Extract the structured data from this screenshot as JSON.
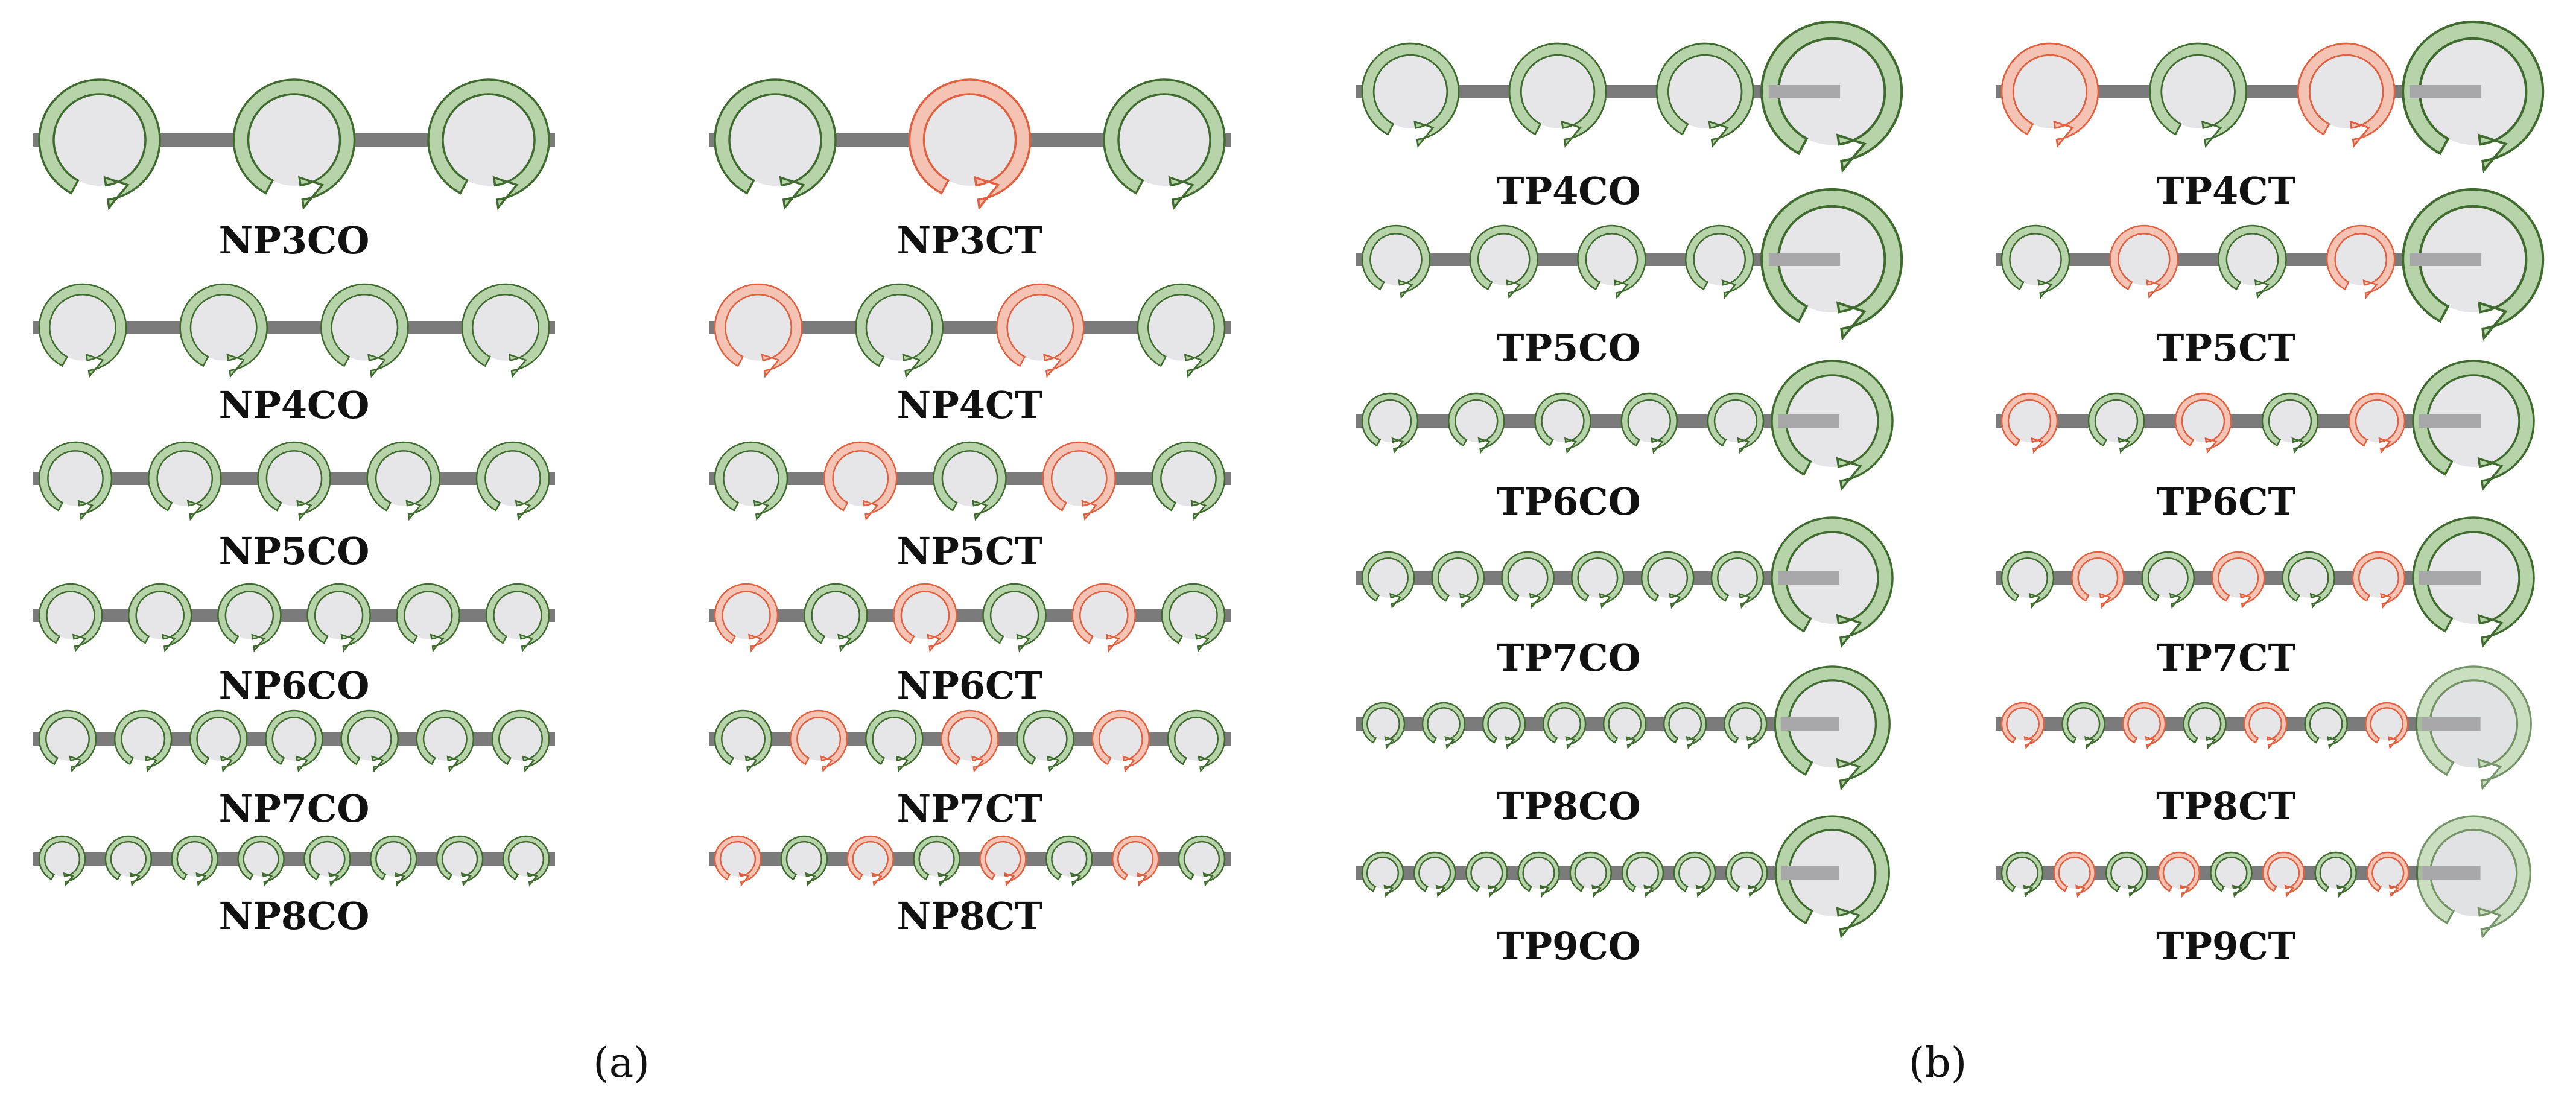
{
  "colors": {
    "co_fill": "#b7d3a9",
    "co_stroke": "#3f6b2f",
    "ct_fill": "#f5c3b3",
    "ct_stroke": "#e0603f",
    "hub": "#e6e6e8",
    "hub_dark": "#d6d7db",
    "shaft": "#7b7b7b",
    "shaft_light": "#a8a8ab",
    "text": "#111111"
  },
  "panel_labels": {
    "a": "(a)",
    "b": "(b)"
  },
  "panel_a": {
    "co": [
      {
        "label": "NP3CO",
        "pattern": [
          "co",
          "co",
          "co"
        ]
      },
      {
        "label": "NP4CO",
        "pattern": [
          "co",
          "co",
          "co",
          "co"
        ]
      },
      {
        "label": "NP5CO",
        "pattern": [
          "co",
          "co",
          "co",
          "co",
          "co"
        ]
      },
      {
        "label": "NP6CO",
        "pattern": [
          "co",
          "co",
          "co",
          "co",
          "co",
          "co"
        ]
      },
      {
        "label": "NP7CO",
        "pattern": [
          "co",
          "co",
          "co",
          "co",
          "co",
          "co",
          "co"
        ]
      },
      {
        "label": "NP8CO",
        "pattern": [
          "co",
          "co",
          "co",
          "co",
          "co",
          "co",
          "co",
          "co"
        ]
      }
    ],
    "ct": [
      {
        "label": "NP3CT",
        "pattern": [
          "co",
          "ct",
          "co"
        ]
      },
      {
        "label": "NP4CT",
        "pattern": [
          "ct",
          "co",
          "ct",
          "co"
        ]
      },
      {
        "label": "NP5CT",
        "pattern": [
          "co",
          "ct",
          "co",
          "ct",
          "co"
        ]
      },
      {
        "label": "NP6CT",
        "pattern": [
          "ct",
          "co",
          "ct",
          "co",
          "ct",
          "co"
        ]
      },
      {
        "label": "NP7CT",
        "pattern": [
          "co",
          "ct",
          "co",
          "ct",
          "co",
          "ct",
          "co"
        ]
      },
      {
        "label": "NP8CT",
        "pattern": [
          "ct",
          "co",
          "ct",
          "co",
          "ct",
          "co",
          "ct",
          "co"
        ]
      }
    ]
  },
  "panel_b": {
    "co": [
      {
        "label": "TP4CO",
        "pattern": [
          "co",
          "co",
          "co"
        ],
        "tail": "co"
      },
      {
        "label": "TP5CO",
        "pattern": [
          "co",
          "co",
          "co",
          "co"
        ],
        "tail": "co"
      },
      {
        "label": "TP6CO",
        "pattern": [
          "co",
          "co",
          "co",
          "co",
          "co"
        ],
        "tail": "co"
      },
      {
        "label": "TP7CO",
        "pattern": [
          "co",
          "co",
          "co",
          "co",
          "co",
          "co"
        ],
        "tail": "co"
      },
      {
        "label": "TP8CO",
        "pattern": [
          "co",
          "co",
          "co",
          "co",
          "co",
          "co",
          "co"
        ],
        "tail": "co"
      },
      {
        "label": "TP9CO",
        "pattern": [
          "co",
          "co",
          "co",
          "co",
          "co",
          "co",
          "co",
          "co"
        ],
        "tail": "co"
      }
    ],
    "ct": [
      {
        "label": "TP4CT",
        "pattern": [
          "ct",
          "co",
          "ct"
        ],
        "tail": "co"
      },
      {
        "label": "TP5CT",
        "pattern": [
          "co",
          "ct",
          "co",
          "ct"
        ],
        "tail": "co"
      },
      {
        "label": "TP6CT",
        "pattern": [
          "ct",
          "co",
          "ct",
          "co",
          "ct"
        ],
        "tail": "co"
      },
      {
        "label": "TP7CT",
        "pattern": [
          "co",
          "ct",
          "co",
          "ct",
          "co",
          "ct"
        ],
        "tail": "co"
      },
      {
        "label": "TP8CT",
        "pattern": [
          "ct",
          "co",
          "ct",
          "co",
          "ct",
          "co",
          "ct"
        ],
        "tail": "co-faded"
      },
      {
        "label": "TP9CT",
        "pattern": [
          "co",
          "ct",
          "co",
          "ct",
          "co",
          "ct",
          "co",
          "ct"
        ],
        "tail": "co-faded"
      }
    ]
  }
}
